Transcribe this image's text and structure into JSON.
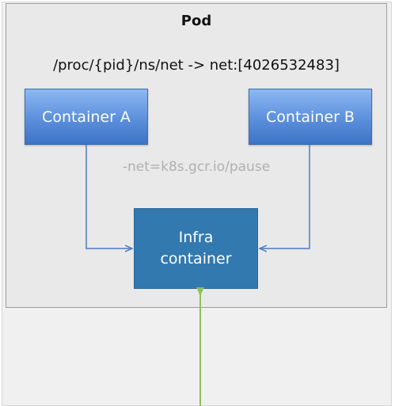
{
  "pod": {
    "title": "Pod",
    "ns_path": "/proc/{pid}/ns/net -> net:[4026532483]"
  },
  "containers": [
    {
      "label": "Container A"
    },
    {
      "label": "Container B"
    }
  ],
  "net_flag": "-net=k8s.gcr.io/pause",
  "infra": {
    "line1": "Infra",
    "line2": "container"
  },
  "colors": {
    "container_fill": "#5b8fdc",
    "infra_fill": "#3279b0",
    "connector": "#4a7bc4",
    "external_link": "#8fbf5a"
  }
}
